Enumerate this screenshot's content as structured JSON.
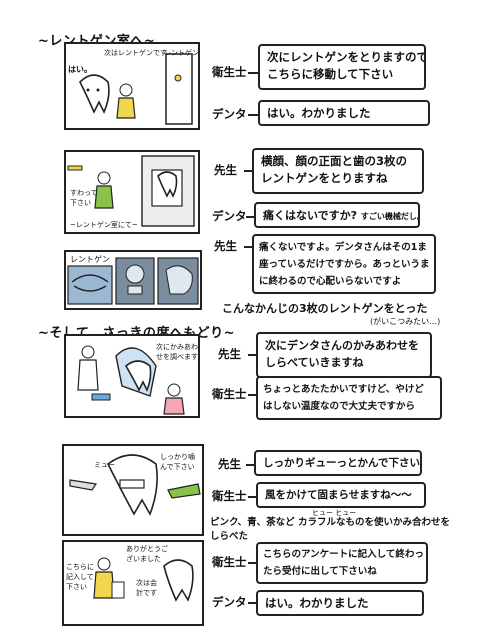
{
  "sections": {
    "s1": "~レントゲン室へ~",
    "s2": "~そして、さっきの席へもどり~"
  },
  "panel1": {
    "bubble_left": "はい。",
    "bubble_right": "次はレントゲンです",
    "sign": "レントゲン室"
  },
  "panel2": {
    "bubble": "すわって下さい",
    "caption": "~レントゲン室にて~"
  },
  "panel3": {
    "label": "レントゲン"
  },
  "panel4": {
    "bubble": "次にかみあわせを調べます"
  },
  "panel5": {
    "bubble": "しっかり噛んで下さい",
    "sfx": "ミュー"
  },
  "panel6": {
    "bubble_a": "こちらに記入して下さい",
    "bubble_b": "ありがとうございました",
    "bubble_c": "次は会計です"
  },
  "dialogue": [
    {
      "speaker": "衛生士",
      "text": "次にレントゲンをとりますので\nこちらに移動して下さい"
    },
    {
      "speaker": "デンタ",
      "text": "はい。わかりました"
    },
    {
      "speaker": "先生",
      "text": "横顔、顔の正面と歯の3枚の\nレントゲンをとりますね"
    },
    {
      "speaker": "デンタ",
      "text": "痛くはないですか?",
      "aside": "すごい機械だし。"
    },
    {
      "speaker": "先生",
      "text": "痛くないですよ。デンタさんはその1ま\n座っているだけですから。あっというま\nに終わるので心配いらないですよ"
    },
    {
      "speaker": "先生",
      "text": "次にデンタさんのかみあわせを\nしらべていきますね"
    },
    {
      "speaker": "衛生士",
      "text": "ちょっとあたたかいですけど、やけど\nはしない温度なので大丈夫ですから"
    },
    {
      "speaker": "先生",
      "text": "しっかりギューっとかんで下さい"
    },
    {
      "speaker": "衛生士",
      "text": "風をかけて固まらせますね〜〜",
      "sfx": "ヒュー ヒュー"
    },
    {
      "speaker": "衛生士",
      "text": "こちらのアンケートに記入して終わっ\nたら受付に出して下さいね"
    },
    {
      "speaker": "デンタ",
      "text": "はい。わかりました"
    }
  ],
  "notes": {
    "xray_done": "こんなかんじの3枚のレントゲンをとった",
    "xray_sub": "(がいこつみたい…)",
    "colors_note": "ピンク、青、茶など カラフルなものを使いかみ合わせを\nしらべた"
  },
  "colors": {
    "ink": "#222222",
    "blue": "#6fa8dc",
    "yellow": "#f2d64b",
    "orange": "#e8953a",
    "green": "#8bc34a",
    "pink": "#f4a6b5"
  }
}
